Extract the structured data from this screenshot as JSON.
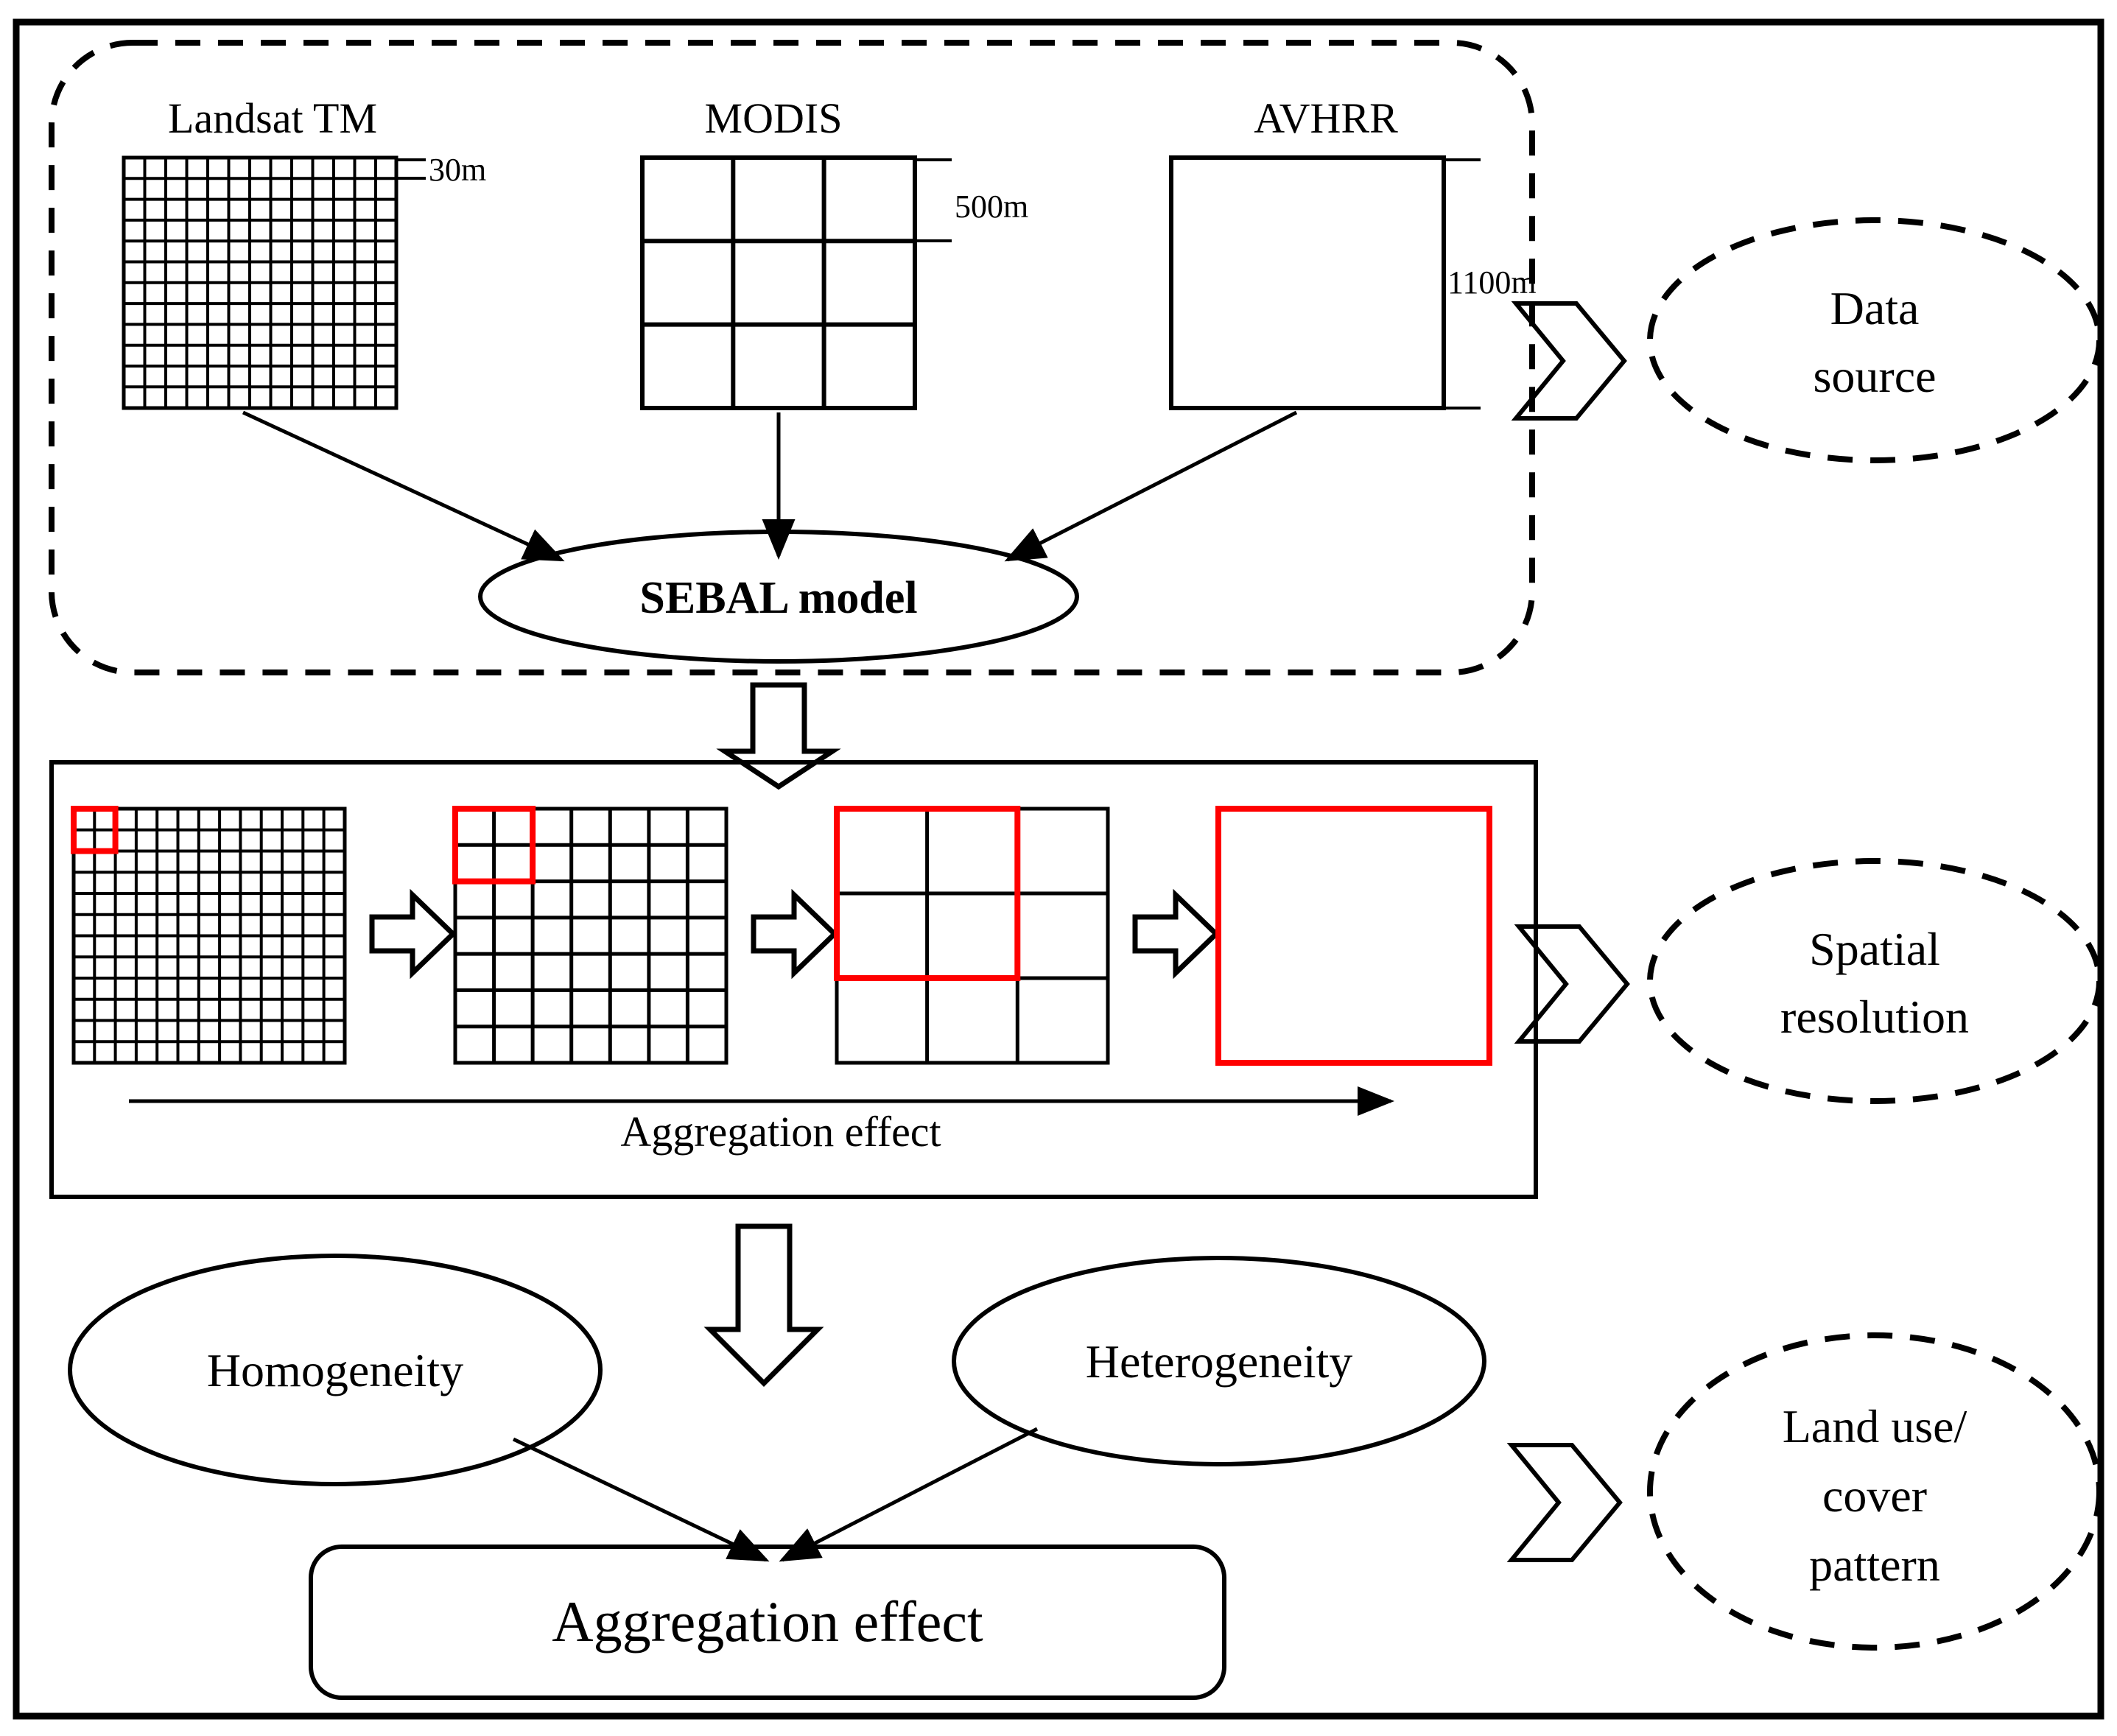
{
  "figure": {
    "title_present": false,
    "colors": {
      "stroke": "#000000",
      "highlight": "#ff0000",
      "background": "#ffffff"
    }
  },
  "section_data_source": {
    "container_style": "dashed-rounded-rectangle",
    "sources": [
      {
        "label": "Landsat TM",
        "resolution_label": "30m",
        "grid_cols": 13,
        "grid_rows": 12
      },
      {
        "label": "MODIS",
        "resolution_label": "500m",
        "grid_cols": 3,
        "grid_rows": 3
      },
      {
        "label": "AVHRR",
        "resolution_label": "1100m",
        "grid_cols": 1,
        "grid_rows": 1
      }
    ],
    "model_node": {
      "label": "SEBAL model",
      "shape": "ellipse",
      "bold": true
    },
    "outcome": {
      "label_line_1": "Data",
      "label_line_2": "source",
      "shape": "dashed-ellipse"
    }
  },
  "section_spatial_resolution": {
    "container_style": "solid-rectangle",
    "stages": [
      {
        "grid_cols": 13,
        "grid_rows": 12,
        "highlight_cols": 2,
        "highlight_rows": 2
      },
      {
        "grid_cols": 7,
        "grid_rows": 7,
        "highlight_cols": 2,
        "highlight_rows": 2
      },
      {
        "grid_cols": 3,
        "grid_rows": 3,
        "highlight_cols": 2,
        "highlight_rows": 2
      },
      {
        "grid_cols": 1,
        "grid_rows": 1,
        "highlight_cols": 1,
        "highlight_rows": 1
      }
    ],
    "axis_label": "Aggregation effect",
    "outcome": {
      "label_line_1": "Spatial",
      "label_line_2": "resolution",
      "shape": "dashed-ellipse"
    }
  },
  "section_pattern": {
    "drivers": [
      {
        "label": "Homogeneity",
        "shape": "ellipse"
      },
      {
        "label": "Heterogeneity",
        "shape": "ellipse"
      }
    ],
    "result_box": {
      "label": "Aggregation effect",
      "shape": "rounded-rectangle"
    },
    "outcome": {
      "label_line_1": "Land use/",
      "label_line_2": "cover",
      "label_line_3": "pattern",
      "shape": "dashed-ellipse"
    }
  }
}
